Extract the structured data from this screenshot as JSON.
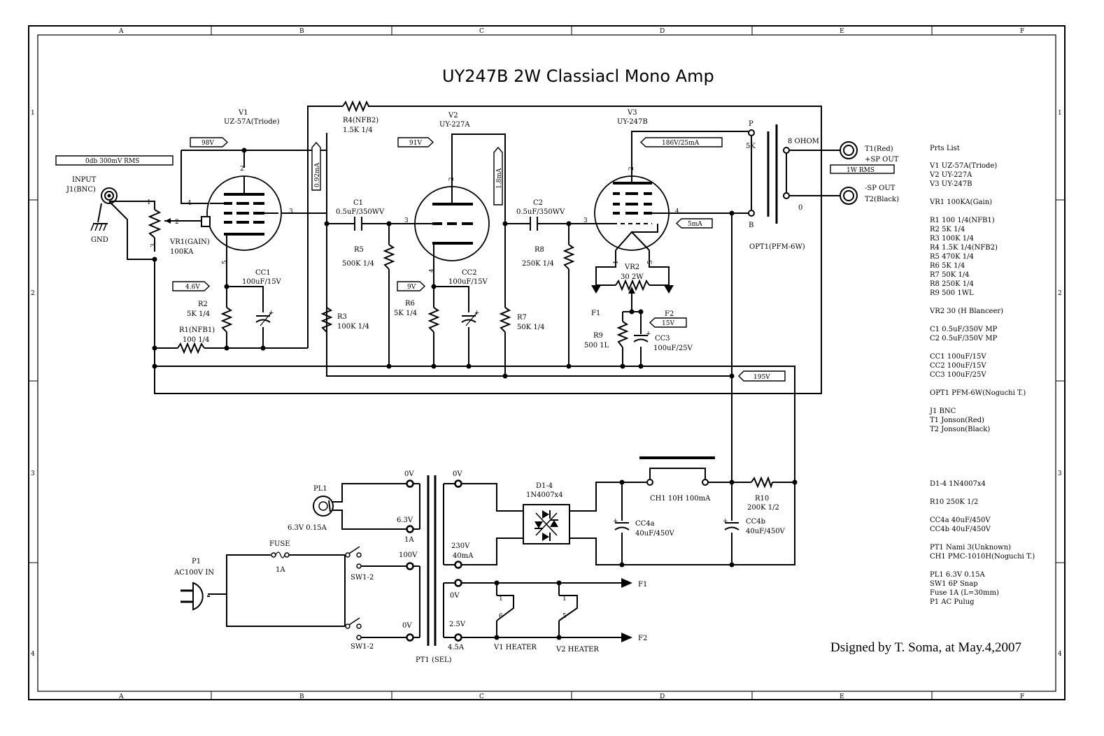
{
  "title": "UY247B 2W Classiacl Mono Amp",
  "signature": "Dsigned by T. Soma, at May.4,2007",
  "frame": {
    "columns": [
      "A",
      "B",
      "C",
      "D",
      "E",
      "F"
    ],
    "rows": [
      "1",
      "2",
      "3",
      "4"
    ]
  },
  "tags": {
    "input_level": "0db 300mV RMS",
    "v1_plate": "98V",
    "v1_current": "0.92mA",
    "v1_cathode": "4.6V",
    "v2_plate": "91V",
    "v2_current": "1.8mA",
    "v2_cathode": "9V",
    "v3_plate": "186V/25mA",
    "v3_screen": "5mA",
    "v3_cathode": "15V",
    "b_plus": "195V",
    "output_level": "1W RMS"
  },
  "tubes": {
    "v1": {
      "ref": "V1",
      "type": "UZ-57A(Triode)"
    },
    "v2": {
      "ref": "V2",
      "type": "UY-227A"
    },
    "v3": {
      "ref": "V3",
      "type": "UY-247B"
    }
  },
  "pins": {
    "p1": "1",
    "p2": "2",
    "p3": "3",
    "p4": "4",
    "p5": "5",
    "p6": "6"
  },
  "labels": {
    "input": "INPUT",
    "j1": "J1(BNC)",
    "gnd": "GND",
    "vr1": "VR1(GAIN)",
    "vr1_val": "100KA",
    "r1": "R1(NFB1)",
    "r1_val": "100 1/4",
    "r2": "R2",
    "r2_val": "5K 1/4",
    "cc1": "CC1",
    "cc1_val": "100uF/15V",
    "r4": "R4(NFB2)",
    "r4_val": "1.5K 1/4",
    "c1": "C1",
    "c1_val": "0.5uF/350WV",
    "r3": "R3",
    "r3_val": "100K 1/4",
    "r5": "R5",
    "r5_val": "500K 1/4",
    "r6": "R6",
    "r6_val": "5K 1/4",
    "cc2": "CC2",
    "cc2_val": "100uF/15V",
    "r7": "R7",
    "r7_val": "50K 1/4",
    "c2": "C2",
    "c2_val": "0.5uF/350WV",
    "r8": "R8",
    "r8_val": "250K 1/4",
    "vr2": "VR2",
    "vr2_val": "30 2W",
    "f1": "F1",
    "f2": "F2",
    "r9": "R9",
    "r9_val": "500 1L",
    "cc3": "CC3",
    "cc3_val": "100uF/25V",
    "p": "P",
    "k5": "5K",
    "b": "B",
    "ohm8": "8 OHOM",
    "zero": "0",
    "opt1": "OPT1(PFM-6W)",
    "t1": "T1(Red)",
    "sp_plus": "+SP OUT",
    "sp_minus": "-SP OUT",
    "t2": "T2(Black)",
    "pl1": "PL1",
    "pl1_val": "6.3V 0.15A",
    "p1": "P1",
    "ac_in": "AC100V IN",
    "fuse": "FUSE",
    "fuse_val": "1A",
    "sw1a": "SW1-2",
    "sw1b": "SW1-2",
    "pri_0v": "0V",
    "pri_63v": "6.3V",
    "pri_1a": "1A",
    "pri_100v": "100V",
    "pri_0v_b": "0V",
    "sec_0v": "0V",
    "sec_230v": "230V",
    "sec_40ma": "40mA",
    "sec_0v_b": "0V",
    "sec_25v": "2.5V",
    "sec_45a": "4.5A",
    "pt1": "PT1 (SEL)",
    "d14": "D1-4",
    "d14_val": "1N4007x4",
    "ch1": "CH1 10H 100mA",
    "cc4a": "CC4a",
    "cc4a_val": "40uF/450V",
    "cc4b": "CC4b",
    "cc4b_val": "40uF/450V",
    "r10": "R10",
    "r10_val": "200K 1/2",
    "v1_heater": "V1 HEATER",
    "v2_heater": "V2 HEATER",
    "f1_out": "F1",
    "f2_out": "F2"
  },
  "parts_list": {
    "heading": "Prts List",
    "lines": [
      "V1 UZ-57A(Triode)",
      "V2 UY-227A",
      "V3 UY-247B",
      "",
      "VR1 100KA(Gain)",
      "",
      "R1 100 1/4(NFB1)",
      "R2 5K 1/4",
      "R3 100K 1/4",
      "R4 1.5K 1/4(NFB2)",
      "R5 470K 1/4",
      "R6 5K 1/4",
      "R7 50K 1/4",
      "R8 250K 1/4",
      "R9 500 1WL",
      "",
      "VR2 30 (H Blanceer)",
      "",
      "C1 0.5uF/350V MP",
      "C2 0.5uF/350V MP",
      "",
      "CC1 100uF/15V",
      "CC2 100uF/15V",
      "CC3 100uF/25V",
      "",
      "OPT1 PFM-6W(Noguchi T.)",
      "",
      "J1 BNC",
      "T1 Jonson(Red)",
      "T2 Jonson(Black)",
      "",
      "",
      "",
      "",
      "",
      "D1-4 1N4007x4",
      "",
      "R10 250K 1/2",
      "",
      "CC4a 40uF/450V",
      "CC4b 40uF/450V",
      "",
      "PT1 Nami 3(Unknown)",
      "CH1 PMC-1010H(Noguchi T.)",
      "",
      "PL1 6.3V 0.15A",
      "SW1 6P Snap",
      "Fuse 1A (L=30mm)",
      "P1 AC Pulug"
    ]
  }
}
